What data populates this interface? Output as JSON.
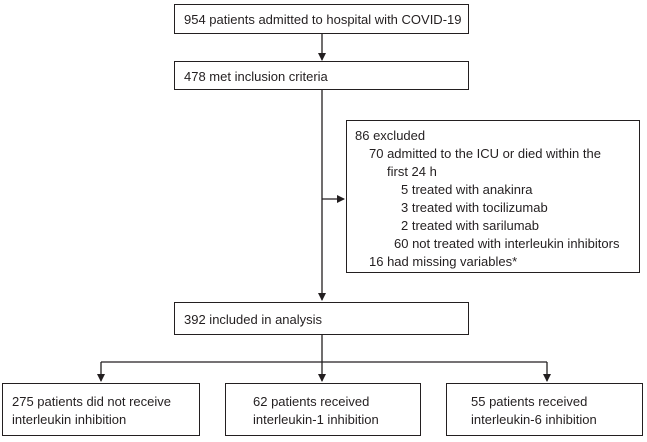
{
  "flowchart": {
    "admitted": "954 patients admitted to hospital with COVID-19",
    "inclusion": "478 met inclusion criteria",
    "excluded": {
      "title": "86 excluded",
      "icu_line1": "70 admitted to the ICU or died within the",
      "icu_line2": "first 24 h",
      "anakinra": "5 treated with anakinra",
      "tocilizumab": "3 treated with tocilizumab",
      "sarilumab": "2 treated with sarilumab",
      "not_treated": "60 not treated with interleukin inhibitors",
      "missing": "16 had missing variables*"
    },
    "analysis": "392 included in analysis",
    "groups": {
      "no_inhibition": [
        "275 patients did not receive",
        "interleukin inhibition"
      ],
      "il1": [
        "62 patients received",
        "interleukin-1 inhibition"
      ],
      "il6": [
        "55 patients received",
        "interleukin-6 inhibition"
      ]
    }
  }
}
